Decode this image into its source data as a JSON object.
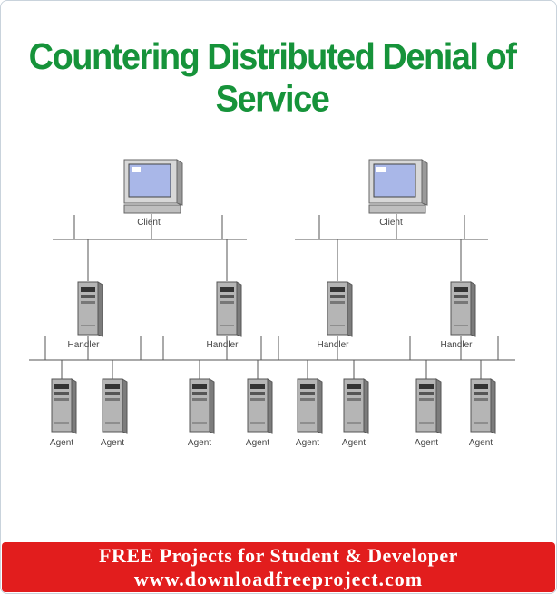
{
  "title": "Countering Distributed Denial of Service",
  "diagram": {
    "client_label": "Client",
    "handler_label": "Handler",
    "agent_label": "Agent"
  },
  "banner": {
    "line1": "FREE Projects for Student  & Developer",
    "line2": "www.downloadfreeproject.com"
  },
  "colors": {
    "title": "#16933a",
    "banner_bg": "#e21d1d",
    "banner_text": "#ffffff",
    "line": "#555555"
  }
}
